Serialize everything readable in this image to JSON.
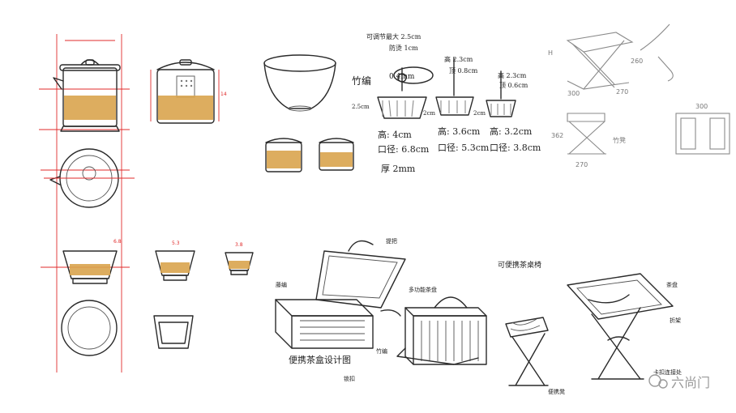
{
  "cup_sizes": {
    "note_top": "可调节最大 2.5cm",
    "note_top2": "防烫 1cm",
    "big_thickness_label": "竹编",
    "big_thickness": "0.4mm",
    "big_h": "高: 4cm",
    "big_d": "口径: 6.8cm",
    "mid_top1": "高 2.3cm",
    "mid_top2": "顶 0.8cm",
    "mid_h": "高: 3.6cm",
    "mid_d": "口径: 5.3cm",
    "small_top1": "高 2.3cm",
    "small_top2": "顶 0.6cm",
    "small_h": "高: 3.2cm",
    "small_d": "口径: 3.8cm",
    "bottom": "厚 2mm",
    "side_left": "2.5cm",
    "side_mid": "2cm",
    "side_right": "2cm"
  },
  "case_labels": {
    "handle": "提把",
    "box": "多功能茶盘",
    "rattan": "藤编",
    "title": "便携茶盒设计图",
    "bamboo": "竹编",
    "latch": "锁扣"
  },
  "stool_labels": {
    "title": "可便携茶桌椅",
    "table_note": "茶盘",
    "frame": "折架",
    "stool": "便携凳",
    "pin": "卡扣连接处"
  },
  "sketch_dims": {
    "w300": "300",
    "w260": "260",
    "w270": "270",
    "w300b": "300",
    "h362": "362",
    "w270b": "270",
    "foot": "竹凳"
  },
  "watermark": "六尚门",
  "colors": {
    "red": "#e02b2b",
    "tea": "#d9a44e",
    "ink": "#2a2a2a"
  }
}
